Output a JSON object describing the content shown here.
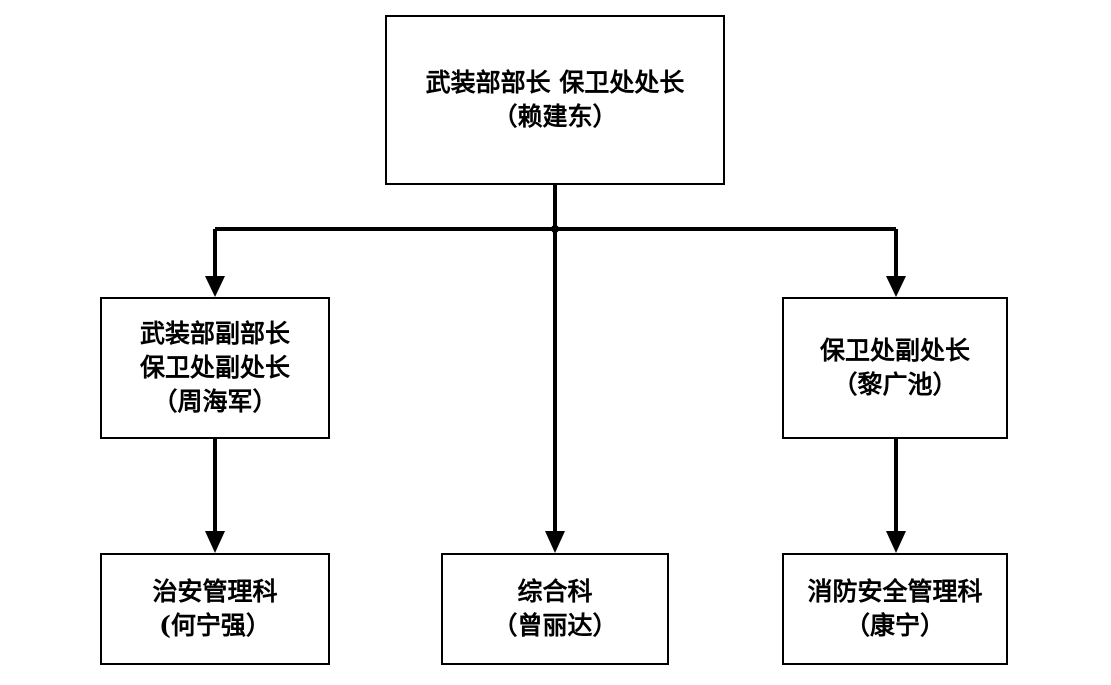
{
  "nodes": {
    "top": {
      "line1": "武装部部长  保卫处处长",
      "line2": "（赖建东）"
    },
    "deputy_left": {
      "line1": "武装部副部长",
      "line2": "保卫处副处长",
      "line3": "（周海军）"
    },
    "deputy_right": {
      "line1": "保卫处副处长",
      "line2": "（黎广池）"
    },
    "public_security": {
      "line1": "治安管理科",
      "line2": "(何宁强）"
    },
    "general": {
      "line1": "综合科",
      "line2": "（曾丽达）"
    },
    "fire_safety": {
      "line1": "消防安全管理科",
      "line2": "（康宁）"
    }
  },
  "style": {
    "line_color": "#000000",
    "box_border_color": "#000000",
    "background": "#ffffff"
  }
}
